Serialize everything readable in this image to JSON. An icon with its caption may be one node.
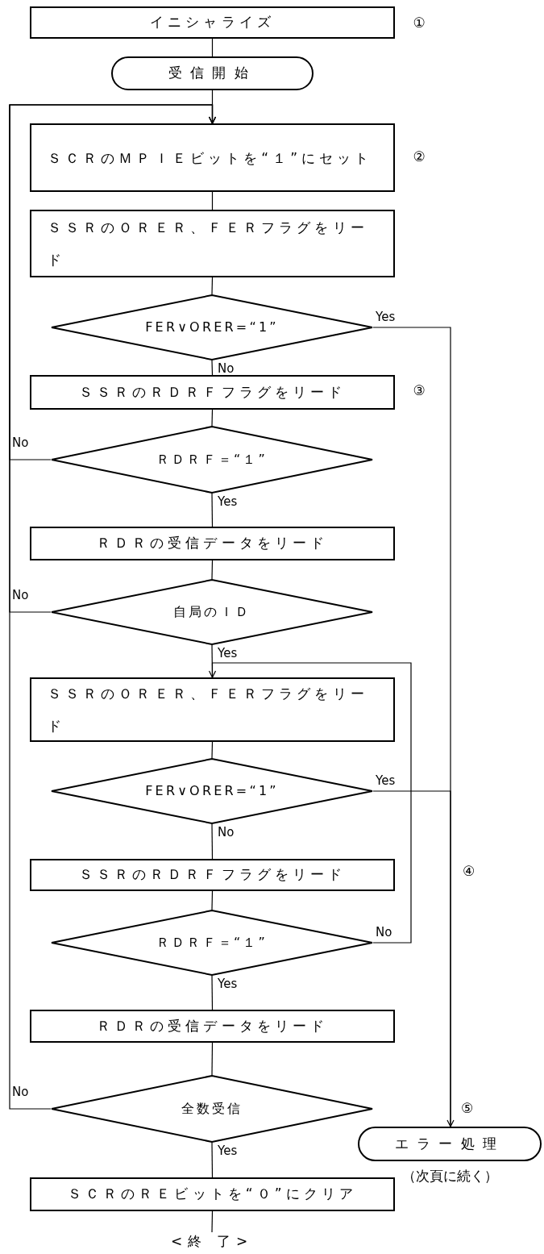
{
  "diagram": {
    "nodes": [
      {
        "text": [
          "イニシャライズ"
        ],
        "beside": [
          "①"
        ]
      },
      {
        "text": [
          "受信開始"
        ]
      },
      {
        "text": [
          "ＳＣＲのＭＰＩＥビットを“１”にセット"
        ],
        "beside": [
          "②"
        ]
      },
      {
        "text": [
          "ＳＳＲのＯＲＥＲ、ＦＥＲフラグをリード"
        ]
      },
      {
        "text": [
          "FER∨ORER=“1”"
        ]
      },
      {
        "text": [
          "ＳＳＲのＲＤＲＦフラグをリード"
        ],
        "beside": [
          "③"
        ]
      },
      {
        "text": [
          "ＲＤＲＦ＝“１”"
        ]
      },
      {
        "text": [
          "ＲＤＲの受信データをリード"
        ]
      },
      {
        "text": [
          "自局のＩＤ"
        ]
      },
      {
        "text": [
          "ＳＳＲのＯＲＥＲ、ＦＥＲフラグをリード"
        ]
      },
      {
        "text": [
          "FER∨ORER=“1”"
        ]
      },
      {
        "text": [
          "ＳＳＲのＲＤＲＦフラグをリード"
        ]
      },
      {
        "text": [
          "ＲＤＲＦ＝“１”"
        ]
      },
      {
        "text": [
          "ＲＤＲの受信データをリード"
        ]
      },
      {
        "text": [
          "全数受信"
        ]
      },
      {
        "text": [
          "エラー処理"
        ],
        "beside": [
          "（次頁に続く）"
        ]
      },
      {
        "text": [
          "ＳＣＲのＲＥビットを“０”にクリア"
        ]
      },
      {
        "text": [
          "<終 了>"
        ]
      }
    ],
    "edges": [
      {
        "from": 0,
        "to": 1,
        "arrow": "none"
      },
      {
        "from": 1,
        "to": 2,
        "arrow": "none"
      },
      {
        "from": 2,
        "to": 3,
        "arrow": "none"
      },
      {
        "from": 3,
        "to": 4,
        "arrow": "none"
      },
      {
        "from": 4,
        "to": 5,
        "arrow": "none",
        "label": "No"
      },
      {
        "from": 4,
        "to": 15,
        "arrow": "none",
        "label": "Yes"
      },
      {
        "from": 5,
        "to": 6,
        "arrow": "none"
      },
      {
        "from": 6,
        "to": 2,
        "arrow": "to",
        "label": "No"
      },
      {
        "from": 6,
        "to": 7,
        "arrow": "none",
        "label": "Yes"
      },
      {
        "from": 7,
        "to": 8,
        "arrow": "none"
      },
      {
        "from": 8,
        "to": 2,
        "arrow": "to",
        "label": "No"
      },
      {
        "from": 8,
        "to": 9,
        "arrow": "none",
        "label": "Yes"
      },
      {
        "from": 9,
        "to": 10,
        "arrow": "none"
      },
      {
        "from": 10,
        "to": 15,
        "arrow": "to",
        "label": "Yes"
      },
      {
        "from": 10,
        "to": 11,
        "arrow": "none",
        "label": "No"
      },
      {
        "from": 11,
        "to": 12,
        "arrow": "none"
      },
      {
        "from": 12,
        "to": 9,
        "arrow": "to",
        "label": "No"
      },
      {
        "from": 12,
        "to": 13,
        "arrow": "none",
        "label": "Yes"
      },
      {
        "from": 13,
        "to": 14,
        "arrow": "none"
      },
      {
        "from": 14,
        "to": 2,
        "arrow": "to",
        "label": "No"
      },
      {
        "from": 14,
        "to": 16,
        "arrow": "none",
        "label": "Yes"
      },
      {
        "from": 16,
        "to": 17,
        "arrow": "none"
      }
    ],
    "labels": [
      "④",
      "⑤"
    ]
  }
}
